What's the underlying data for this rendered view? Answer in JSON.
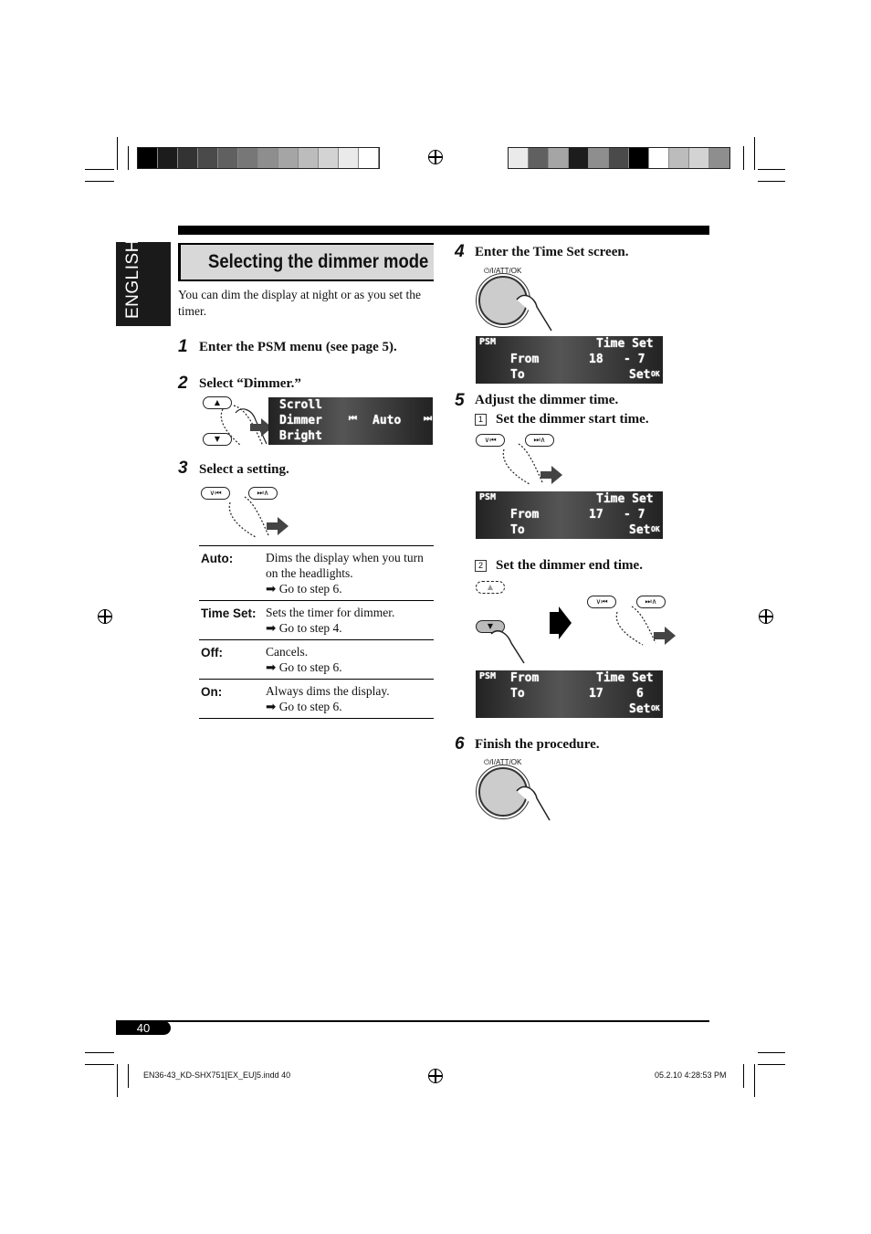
{
  "sidebar": {
    "language": "ENGLISH"
  },
  "section": {
    "title": "Selecting the dimmer mode",
    "intro": "You can dim the display at night or as you set the timer."
  },
  "steps": [
    {
      "num": "1",
      "text": "Enter the PSM menu (see page 5)."
    },
    {
      "num": "2",
      "text": "Select “Dimmer.”"
    },
    {
      "num": "3",
      "text": "Select a setting."
    },
    {
      "num": "4",
      "text": "Enter the Time Set screen."
    },
    {
      "num": "5",
      "text": "Adjust the dimmer time."
    },
    {
      "num": "6",
      "text": "Finish the procedure."
    }
  ],
  "substeps": [
    {
      "num": "1",
      "text": "Set the dimmer start time."
    },
    {
      "num": "2",
      "text": "Set the dimmer end time."
    }
  ],
  "settings": [
    {
      "key": "Auto:",
      "desc": "Dims the display when you turn on the headlights.",
      "go": "Go to step 6."
    },
    {
      "key": "Time Set:",
      "desc": "Sets the timer for dimmer.",
      "go": "Go to step 4."
    },
    {
      "key": "Off:",
      "desc": "Cancels.",
      "go": "Go to step 6."
    },
    {
      "key": "On:",
      "desc": "Always dims the display.",
      "go": "Go to step 6."
    }
  ],
  "displays": {
    "psm_menu": {
      "line1": "Scroll",
      "line2": "Dimmer",
      "line3": "Bright",
      "value": "Auto"
    },
    "time_set_1": {
      "tag": "PSM",
      "from": "From",
      "to": "To",
      "title": "Time Set",
      "start": "18",
      "dash": "- 7",
      "set": "Set",
      "ok": "OK"
    },
    "time_set_2": {
      "tag": "PSM",
      "from": "From",
      "to": "To",
      "title": "Time Set",
      "start": "17",
      "dash": "- 7",
      "set": "Set",
      "ok": "OK"
    },
    "time_set_3": {
      "tag": "PSM",
      "from": "From",
      "to": "To",
      "title": "Time Set",
      "start": "17",
      "end": "6",
      "set": "Set",
      "ok": "OK"
    }
  },
  "buttons": {
    "att_ok": "⏻/I/ATT/OK",
    "down_prev": "∨⏮",
    "up_next": "⏭∧",
    "up": "▲",
    "down": "▼"
  },
  "footer": {
    "page": "40",
    "file": "EN36-43_KD-SHX751[EX_EU]5.indd   40",
    "date": "05.2.10   4:28:53 PM"
  },
  "colors": {
    "bar_left": [
      "#000000",
      "#1c1c1c",
      "#333333",
      "#4a4a4a",
      "#606060",
      "#777777",
      "#8e8e8e",
      "#a5a5a5",
      "#bcbcbc",
      "#d3d3d3",
      "#eaeaea",
      "#ffffff"
    ],
    "bar_right": [
      "#eaeaea",
      "#606060",
      "#a5a5a5",
      "#1c1c1c",
      "#8e8e8e",
      "#4a4a4a",
      "#000000",
      "#ffffff",
      "#bcbcbc",
      "#d3d3d3",
      "#8e8e8e"
    ]
  }
}
